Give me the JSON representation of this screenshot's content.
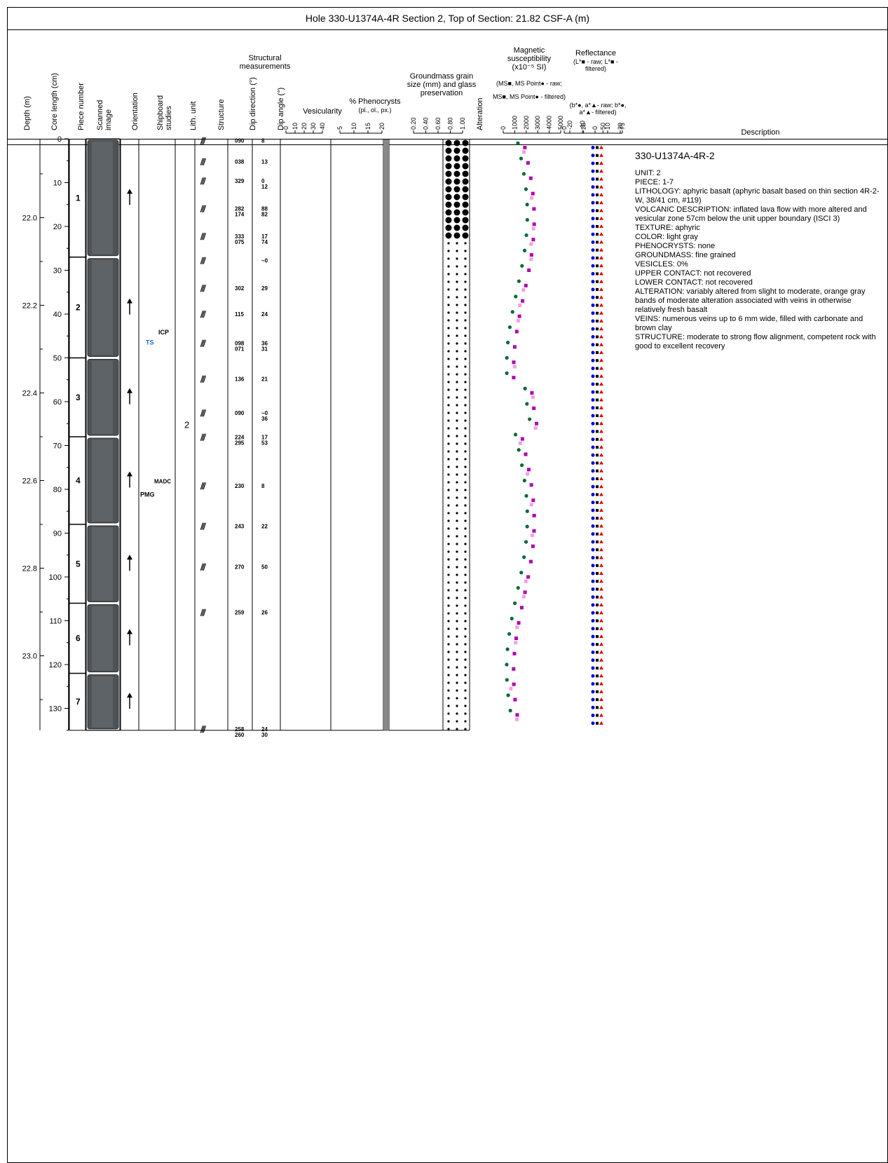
{
  "title": "Hole 330-U1374A-4R Section 2, Top of Section: 21.82 CSF-A (m)",
  "headers": {
    "depth": "Depth (m)",
    "core_length": "Core length (cm)",
    "piece_number": "Piece number",
    "scanned_image": "Scanned image",
    "orientation": "Orientation",
    "shipboard_studies": "Shipboard studies",
    "lith_unit": "Lith. unit",
    "structure": "Structure",
    "structural_measurements": "Structural measurements",
    "dip_direction": "Dip direction (°)",
    "dip_angle": "Dip angle (°)",
    "vesicularity": "Vesicularity",
    "phenocrysts": "% Phenocrysts",
    "phenocrysts_legend": "(pl., ol., px.)",
    "groundmass": "Groundmass grain size (mm) and glass preservation",
    "alteration": "Alteration",
    "magsus": "Magnetic susceptibility (x10⁻⁵ SI)",
    "magsus_raw": "(MS■, MS Point●  - raw;",
    "magsus_filt": "MS■, MS Point●  - filtered)",
    "reflectance": "Reflectance",
    "refl_L": "(L*■ - raw; L*■ - filtered)",
    "refl_ab": "(b*●, a*▲- raw; b*●, a*▲- filtered)",
    "description": "Description"
  },
  "ticks": {
    "vesicularity": [
      "0",
      "10",
      "20",
      "30",
      "40"
    ],
    "phenocrysts": [
      "5",
      "10",
      "15",
      "20"
    ],
    "groundmass": [
      "0.20",
      "0.40",
      "0.60",
      "0.80",
      "1.00"
    ],
    "magsus": [
      "0",
      "1000",
      "2000",
      "3000",
      "4000",
      "5000"
    ],
    "refl_L": [
      "0",
      "25",
      "50",
      "75"
    ],
    "refl_ab": [
      "-20",
      "-10",
      "0",
      "10",
      "20"
    ]
  },
  "depth_labels": [
    "22.0",
    "22.2",
    "22.4",
    "22.6",
    "22.8",
    "23.0"
  ],
  "cm_labels": [
    "0",
    "10",
    "20",
    "30",
    "40",
    "50",
    "60",
    "70",
    "80",
    "90",
    "100",
    "110",
    "120",
    "130"
  ],
  "pieces": [
    "1",
    "2",
    "3",
    "4",
    "5",
    "6",
    "7"
  ],
  "lith_unit_value": "2",
  "shipboard": [
    "ICP",
    "TS",
    "MADC",
    "PMG"
  ],
  "measurements": [
    {
      "dir": "090",
      "ang": "8"
    },
    {
      "dir": "038",
      "ang": "13"
    },
    {
      "dir": "329",
      "ang": "0\n12"
    },
    {
      "dir": "282\n174",
      "ang": "88\n82"
    },
    {
      "dir": "333\n075",
      "ang": "17\n74"
    },
    {
      "dir": "",
      "ang": "~0"
    },
    {
      "dir": "302",
      "ang": "29"
    },
    {
      "dir": "115",
      "ang": "24"
    },
    {
      "dir": "098\n071",
      "ang": "36\n31"
    },
    {
      "dir": "136",
      "ang": "21"
    },
    {
      "dir": "090",
      "ang": "~0\n36"
    },
    {
      "dir": "224\n295",
      "ang": "17\n53"
    },
    {
      "dir": "230",
      "ang": "8"
    },
    {
      "dir": "243",
      "ang": "22"
    },
    {
      "dir": "270",
      "ang": "50"
    },
    {
      "dir": "259",
      "ang": "26"
    },
    {
      "dir": "258\n260",
      "ang": "24\n30"
    }
  ],
  "description": {
    "section": "330-U1374A-4R-2",
    "lines": [
      "UNIT: 2",
      "PIECE: 1-7",
      "LITHOLOGY: aphyric basalt (aphyric basalt based on thin section 4R-2-W, 38/41 cm, #119)",
      "VOLCANIC DESCRIPTION: inflated lava flow with more altered and vesicular zone 57cm below the unit upper boundary (ISCI 3)",
      "TEXTURE: aphyric",
      "COLOR: light gray",
      "PHENOCRYSTS: none",
      "GROUNDMASS: fine grained",
      "VESICLES: 0%",
      "UPPER CONTACT: not recovered",
      "LOWER CONTACT: not recovered",
      "ALTERATION: variably altered from slight to moderate, orange gray bands of moderate alteration associated with veins in otherwise relatively fresh basalt",
      "VEINS: numerous veins up to 6 mm wide, filled with carbonate and brown clay",
      "STRUCTURE: moderate to strong flow alignment, competent rock with good to excellent recovery"
    ]
  },
  "colors": {
    "ms_raw": "#f4a0e6",
    "ms_filtered": "#b000b0",
    "mspoint_raw": "#6fbf6f",
    "mspoint_filtered": "#0a6a35",
    "b_raw": "#8fb5f0",
    "b_filtered": "#0000dd",
    "a_raw": "#f5a0a0",
    "a_filtered": "#e00000",
    "L_raw": "#999999",
    "L_filtered": "#000000"
  }
}
